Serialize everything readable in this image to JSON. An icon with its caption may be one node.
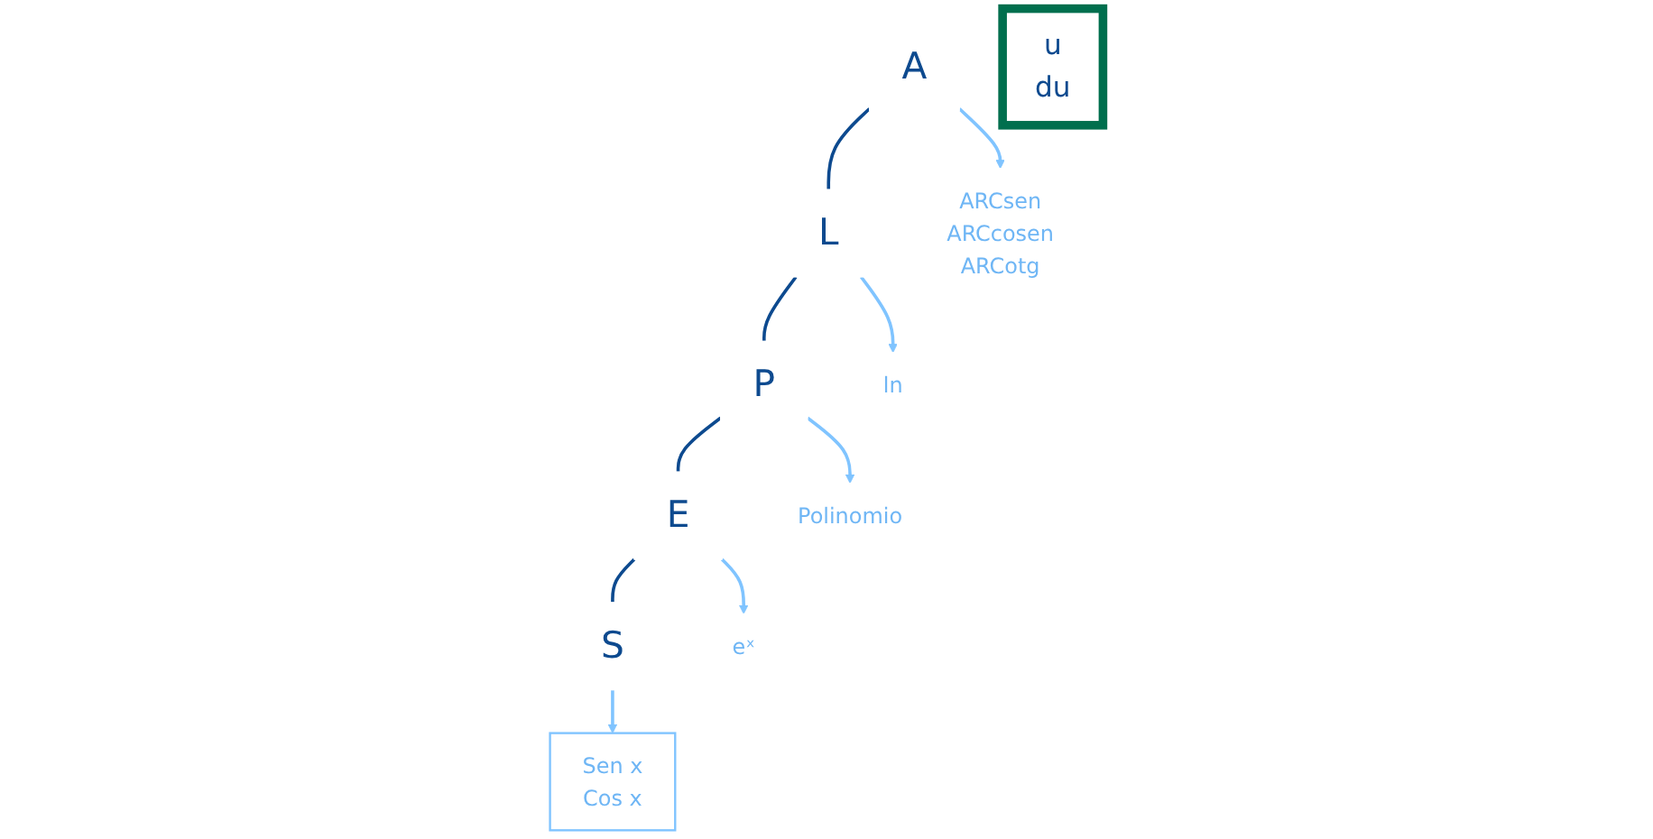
{
  "diagram": {
    "nodes": [
      {
        "text": [
          "A"
        ]
      },
      {
        "text": [
          "L"
        ]
      },
      {
        "text": [
          "P"
        ]
      },
      {
        "text": [
          "E"
        ]
      },
      {
        "text": [
          "S"
        ]
      },
      {
        "text": [
          "ARCsen",
          "ARCcosen",
          "ARCotg"
        ]
      },
      {
        "text": [
          "ln"
        ]
      },
      {
        "text": [
          "Polinomio"
        ]
      },
      {
        "text": [
          "eˣ"
        ]
      },
      {
        "text": [
          "Sen x",
          "Cos x"
        ]
      },
      {
        "text": [
          "u",
          "du"
        ]
      }
    ],
    "edges": [
      {
        "from": 0,
        "to": 1,
        "arrow": "none",
        "color": "#0d4a8f"
      },
      {
        "from": 1,
        "to": 2,
        "arrow": "none",
        "color": "#0d4a8f"
      },
      {
        "from": 2,
        "to": 3,
        "arrow": "none",
        "color": "#0d4a8f"
      },
      {
        "from": 3,
        "to": 4,
        "arrow": "none",
        "color": "#0d4a8f"
      },
      {
        "from": 0,
        "to": 5,
        "arrow": "to"
      },
      {
        "from": 1,
        "to": 6,
        "arrow": "to"
      },
      {
        "from": 2,
        "to": 7,
        "arrow": "to"
      },
      {
        "from": 3,
        "to": 8,
        "arrow": "to"
      },
      {
        "from": 4,
        "to": 9,
        "arrow": "to"
      }
    ]
  }
}
